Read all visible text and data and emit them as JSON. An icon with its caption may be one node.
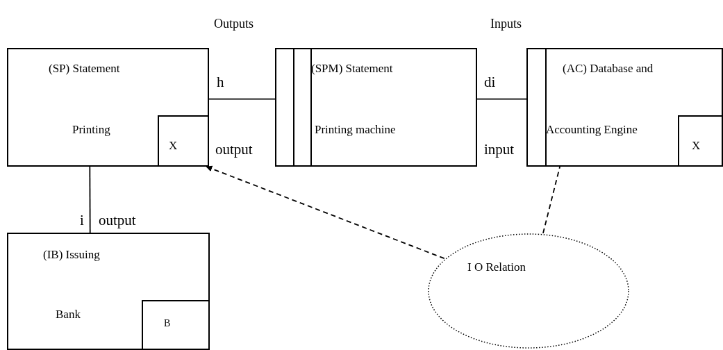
{
  "diagram": {
    "nodes": [
      {
        "text": [
          "(SP) Statement",
          "Printing"
        ]
      },
      {
        "text": [
          "X"
        ],
        "in": 0
      },
      {
        "text": [
          "(SPM) Statement",
          "Printing machine"
        ]
      },
      {
        "text": [
          "(AC) Database and",
          "Accounting Engine"
        ]
      },
      {
        "text": [
          "X"
        ],
        "in": 3
      },
      {
        "text": [
          "(IB) Issuing",
          "Bank"
        ]
      },
      {
        "text": [
          "B"
        ],
        "in": 5
      },
      {
        "text": [
          "I O Relation"
        ]
      }
    ],
    "edges": [
      {
        "from": 0,
        "to": 2,
        "arrow": "none"
      },
      {
        "from": 2,
        "to": 3,
        "arrow": "none"
      },
      {
        "from": 0,
        "to": 5,
        "arrow": "none"
      },
      {
        "from": 7,
        "to": 1,
        "arrow": "to",
        "style": "dashed"
      },
      {
        "from": 7,
        "to": 3,
        "arrow": "none",
        "style": "dashed"
      }
    ],
    "labels": [
      "Outputs",
      "Inputs",
      "h",
      "di",
      "output",
      "input",
      "i",
      "output"
    ]
  }
}
